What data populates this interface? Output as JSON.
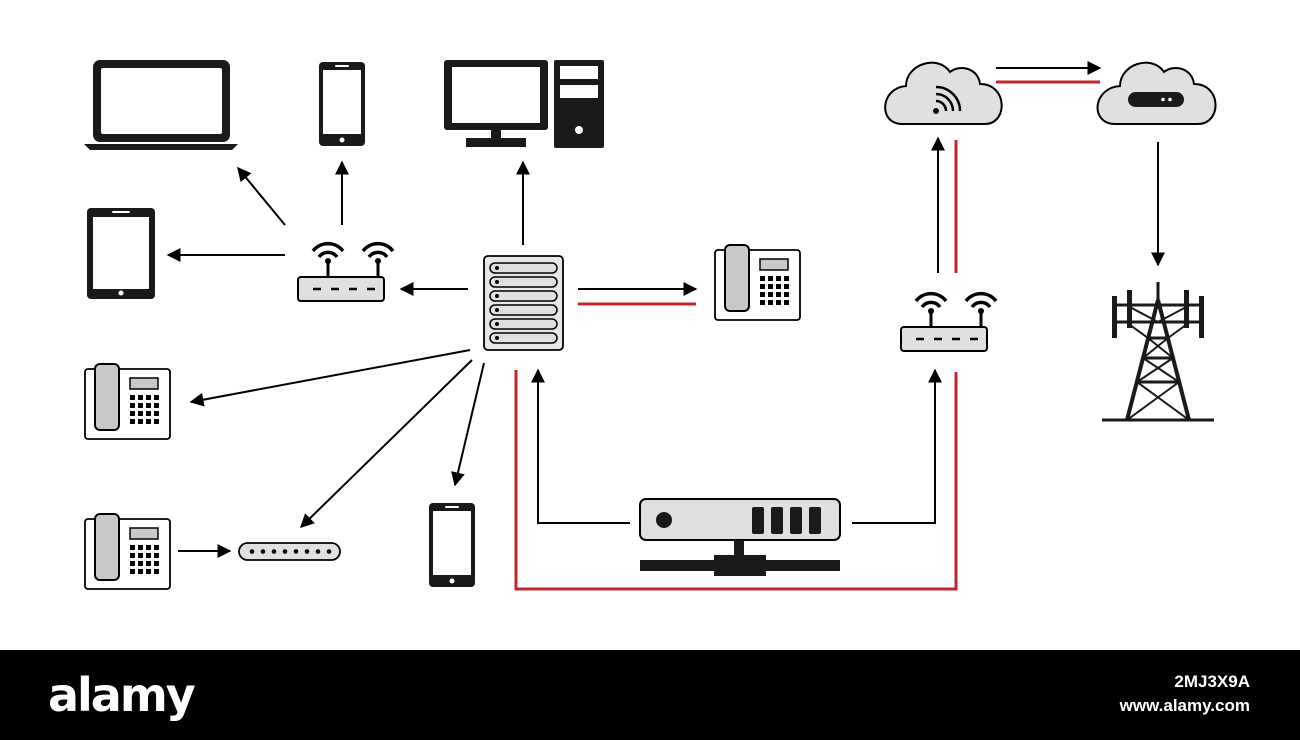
{
  "diagram": {
    "colors": {
      "stroke": "#000000",
      "device_fill": "#e0e0e0",
      "link_red": "#c0272d",
      "icon_dark": "#1a1a1a"
    },
    "nodes": [
      {
        "id": "laptop",
        "icon": "laptop-icon"
      },
      {
        "id": "phone-top",
        "icon": "smartphone-icon"
      },
      {
        "id": "desktop",
        "icon": "desktop-computer-icon"
      },
      {
        "id": "tablet",
        "icon": "tablet-icon"
      },
      {
        "id": "wifi-router-left",
        "icon": "wifi-router-icon"
      },
      {
        "id": "server",
        "icon": "server-rack-icon"
      },
      {
        "id": "desk-phone-right",
        "icon": "desk-phone-icon"
      },
      {
        "id": "desk-phone-left-1",
        "icon": "desk-phone-icon"
      },
      {
        "id": "desk-phone-left-2",
        "icon": "desk-phone-icon"
      },
      {
        "id": "network-switch",
        "icon": "network-switch-icon"
      },
      {
        "id": "phone-bottom",
        "icon": "smartphone-icon"
      },
      {
        "id": "modem",
        "icon": "modem-icon"
      },
      {
        "id": "wifi-router-right",
        "icon": "wifi-router-icon"
      },
      {
        "id": "cloud-wifi",
        "icon": "cloud-wifi-icon"
      },
      {
        "id": "cloud-server",
        "icon": "cloud-server-icon"
      },
      {
        "id": "cell-tower",
        "icon": "cell-tower-icon"
      }
    ],
    "links": [
      {
        "from": "wifi-router-left",
        "to": "laptop"
      },
      {
        "from": "wifi-router-left",
        "to": "phone-top"
      },
      {
        "from": "wifi-router-left",
        "to": "tablet"
      },
      {
        "from": "server",
        "to": "desktop"
      },
      {
        "from": "server",
        "to": "wifi-router-left"
      },
      {
        "from": "server",
        "to": "desk-phone-right"
      },
      {
        "from": "server",
        "to": "desk-phone-left-1"
      },
      {
        "from": "server",
        "to": "network-switch"
      },
      {
        "from": "server",
        "to": "phone-bottom"
      },
      {
        "from": "desk-phone-left-2",
        "to": "network-switch"
      },
      {
        "from": "modem",
        "to": "server"
      },
      {
        "from": "modem",
        "to": "wifi-router-right"
      },
      {
        "from": "wifi-router-right",
        "to": "cloud-wifi"
      },
      {
        "from": "cloud-wifi",
        "to": "cloud-server"
      },
      {
        "from": "cloud-server",
        "to": "cell-tower"
      }
    ]
  },
  "footer": {
    "brand": "alamy",
    "image_id": "2MJ3X9A",
    "url": "www.alamy.com"
  }
}
